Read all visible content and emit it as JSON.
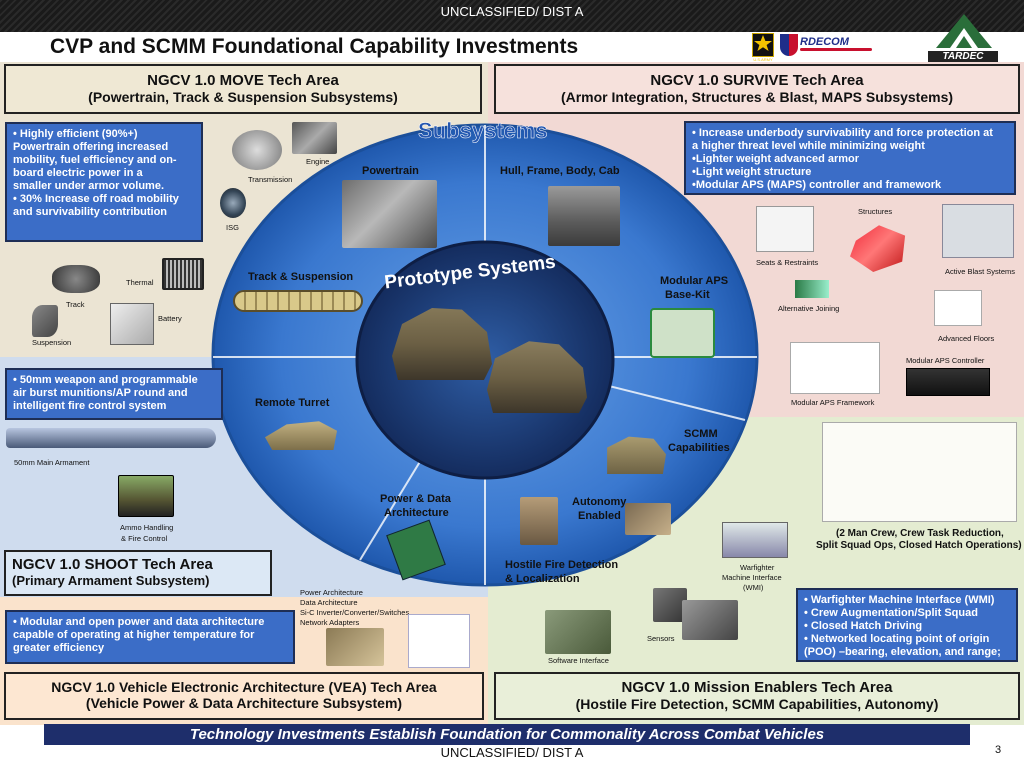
{
  "banner": {
    "classification_top": "UNCLASSIFIED/ DIST A",
    "classification_bottom": "UNCLASSIFIED/ DIST A",
    "title": "CVP and SCMM Foundational Capability Investments",
    "page_number": "3",
    "tagline": "Technology Investments Establish Foundation for Commonality Across Combat Vehicles",
    "logos": {
      "army": "U.S.ARMY",
      "rdecom": "RDECOM",
      "tardec": "TARDEC"
    }
  },
  "center": {
    "subsystems_label": "Subsystems",
    "prototype_label": "Prototype Systems"
  },
  "move": {
    "header_line1": "NGCV 1.0 MOVE Tech Area",
    "header_line2": "(Powertrain, Track & Suspension Subsystems)",
    "bullets": [
      "• Highly efficient (90%+)",
      "Powertrain offering increased",
      "mobility, fuel efficiency and on-",
      "board electric power in a",
      "smaller under armor volume.",
      "• 30% Increase off road mobility",
      "and survivability contribution"
    ],
    "components": {
      "engine": "Engine",
      "transmission": "Transmission",
      "isg": "ISG",
      "thermal": "Thermal",
      "track": "Track",
      "battery": "Battery",
      "suspension": "Suspension"
    },
    "ring_powertrain": "Powertrain",
    "ring_track": "Track & Suspension"
  },
  "survive": {
    "header_line1": "NGCV 1.0 SURVIVE Tech Area",
    "header_line2": "(Armor Integration, Structures & Blast, MAPS Subsystems)",
    "bullets": [
      "• Increase underbody survivability and force protection at",
      "a higher threat level while minimizing weight",
      "•Lighter weight advanced armor",
      "•Light weight structure",
      "•Modular APS (MAPS) controller and framework"
    ],
    "components": {
      "structures": "Structures",
      "seats": "Seats & Restraints",
      "active_blast": "Active Blast Systems",
      "alt_joining": "Alternative Joining",
      "advanced_floors": "Advanced Floors",
      "maps_controller": "Modular APS Controller",
      "maps_framework": "Modular APS Framework"
    },
    "ring_hull": "Hull, Frame, Body, Cab",
    "ring_aps_line1": "Modular APS",
    "ring_aps_line2": "Base-Kit"
  },
  "shoot": {
    "header_line1": "NGCV 1.0 SHOOT Tech Area",
    "header_line2": "(Primary Armament Subsystem)",
    "bullets": [
      "• 50mm weapon and programmable",
      "air burst munitions/AP round and",
      "intelligent fire control system"
    ],
    "components": {
      "armament": "50mm Main Armament",
      "ammo_line1": "Ammo Handling",
      "ammo_line2": "& Fire Control"
    },
    "ring_turret": "Remote Turret"
  },
  "vea": {
    "header_line1": "NGCV 1.0 Vehicle Electronic Architecture (VEA) Tech Area",
    "header_line2": "(Vehicle Power & Data Architecture Subsystem)",
    "bullets": [
      "• Modular and open power and data architecture",
      "capable of operating at higher temperature for",
      "greater efficiency"
    ],
    "components": [
      "Power Architecture",
      "Data Architecture",
      "Si-C Inverter/Converter/Switches",
      "Network Adapters"
    ],
    "ring_power_line1": "Power & Data",
    "ring_power_line2": "Architecture"
  },
  "mission": {
    "header_line1": "NGCV 1.0 Mission Enablers Tech Area",
    "header_line2": "(Hostile Fire Detection, SCMM Capabilities, Autonomy)",
    "bullets": [
      "• Warfighter Machine Interface (WMI)",
      "• Crew Augmentation/Split Squad",
      "• Closed Hatch Driving",
      "• Networked locating point of origin",
      "(POO) –bearing, elevation, and range;"
    ],
    "scmm_note_line1": "(2 Man Crew, Crew Task Reduction,",
    "scmm_note_line2": "Split Squad Ops, Closed Hatch Operations)",
    "components": {
      "wmi_line1": "Warfighter",
      "wmi_line2": "Machine Interface",
      "wmi_line3": "(WMI)",
      "sensors": "Sensors",
      "software": "Software Interface"
    },
    "ring_scmm_line1": "SCMM",
    "ring_scmm_line2": "Capabilities",
    "ring_autonomy_line1": "Autonomy",
    "ring_autonomy_line2": "Enabled",
    "ring_hostile_line1": "Hostile Fire Detection",
    "ring_hostile_line2": "& Localization"
  },
  "colors": {
    "ring": "#3a78cf",
    "ring_dark": "#1b4f9a",
    "core": "#1b3a73",
    "bullet_box": "#3b6dc7",
    "tagline_bar": "#1e2e6b"
  }
}
